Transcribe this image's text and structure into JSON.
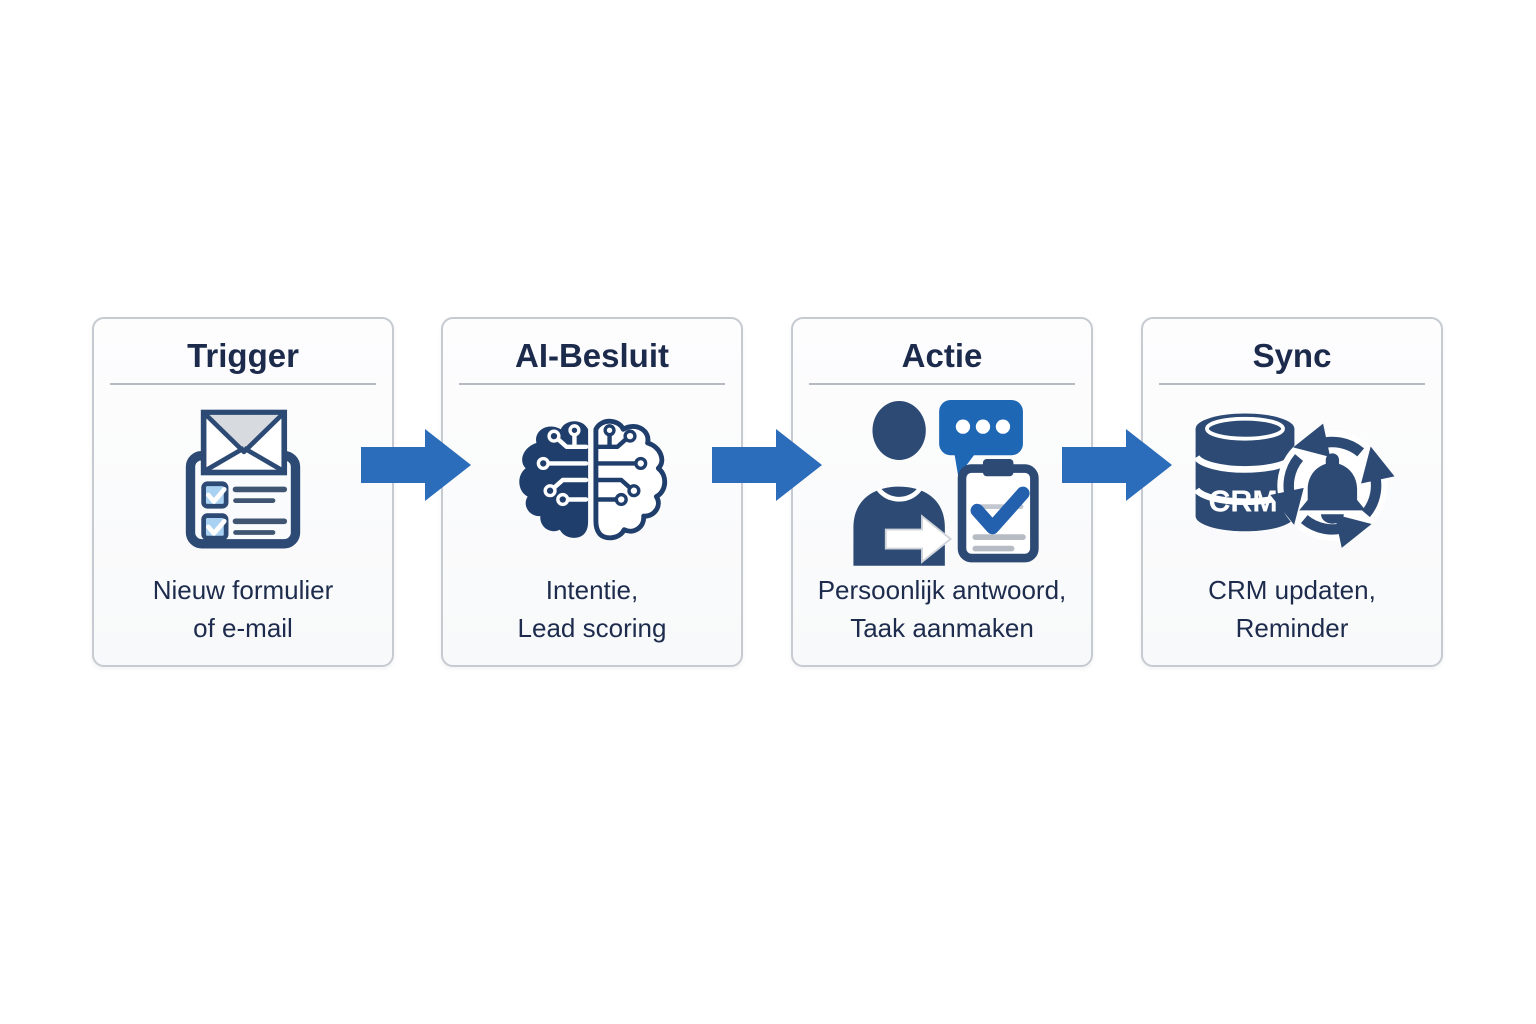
{
  "diagram": {
    "background": "#ffffff",
    "colors": {
      "card_border": "#c6cad1",
      "card_background": "#fbfcfd",
      "divider": "#b6bac2",
      "title_text": "#1c2a4c",
      "body_text": "#1d2b4d",
      "arrow_blue": "#2b6cbb",
      "icon_navy": "#2c4a74",
      "bright_blue": "#1e67b5",
      "light_blue": "#a9d1f1",
      "gray_detail": "#b7bcc4"
    },
    "arrow": {
      "direction": "right",
      "count": 3,
      "icon": "right-arrow-icon"
    }
  },
  "flow": {
    "cards": [
      {
        "title": "Trigger",
        "icon": "form-email-icon",
        "description_line1": "Nieuw formulier",
        "description_line2": "of e-mail"
      },
      {
        "title": "AI-Besluit",
        "icon": "ai-brain-circuit-icon",
        "description_line1": "Intentie,",
        "description_line2": "Lead scoring"
      },
      {
        "title": "Actie",
        "icon": "person-reply-task-icon",
        "description_line1": "Persoonlijk antwoord,",
        "description_line2": "Taak aanmaken"
      },
      {
        "title": "Sync",
        "icon": "crm-database-sync-bell-icon",
        "icon_text": "CRM",
        "description_line1": "CRM updaten,",
        "description_line2": "Reminder"
      }
    ]
  }
}
